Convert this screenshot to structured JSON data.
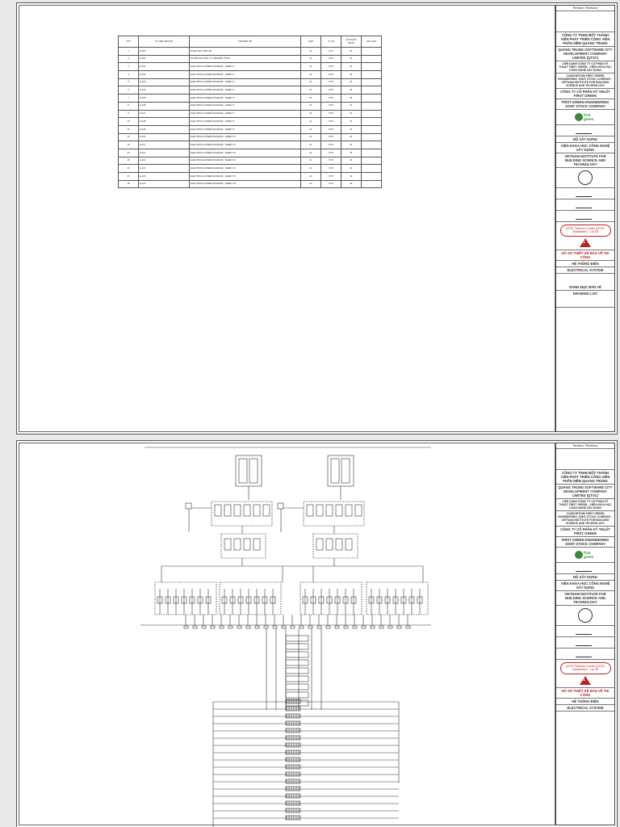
{
  "revision_header": "Revision / Revisions",
  "company_owner": {
    "name_vn": "CÔNG TY TNHH MỘT THÀNH VIÊN PHÁT TRIỂN CÔNG VIÊN PHẦN MỀM QUANG TRUNG",
    "name_en": "QUANG TRUNG SOFTWARE CITY DEVELOPMENT COMPANY LIMITED (QTSC)"
  },
  "consultant": {
    "name_vn": "LIÊN DANH CÔNG TY CỔ PHẦN KỸ THUẬT FIRST GREEN - VIỆN KHOA HỌC CÔNG NGHỆ XÂY DỰNG",
    "name_en": "CONSORTIUM FIRST GREEN ENGINEERING JOINT STOCK COMPANY - VIETNAM INSTITUTE FOR BUILDING SCIENCE AND TECHNOLOGY"
  },
  "firstgreen": {
    "name_vn": "CÔNG TY CỔ PHẦN KỸ THUẬT FIRST GREEN",
    "name_en": "FIRST GREEN ENGINEERING JOINT STOCK COMPANY",
    "logo_text": "first green"
  },
  "ibst": {
    "ministry": "BỘ XÂY DỰNG",
    "name_vn": "VIỆN KHOA HỌC CÔNG NGHỆ XÂY DỰNG",
    "name_en": "VIETNAM INSTITUTE FOR BUILDING SCIENCE AND TECHNOLOGY"
  },
  "project": {
    "name": "QTSC Telecom Center (QTSC Datacenter) - Lot 36",
    "revision_mark": "1"
  },
  "stage": "HỒ SƠ THIẾT KẾ BẢN VẼ THI CÔNG",
  "system": {
    "name_vn": "HỆ THỐNG ĐIỆN",
    "name_en": "ELECTRICAL SYSTEM"
  },
  "sheet1_title": {
    "vn": "DANH MỤC BẢN VẼ",
    "en": "DRAWING LIST"
  },
  "drawing_list": {
    "headers": [
      "STT",
      "KÝ HIỆU BẢN VẼ",
      "TÊN BẢN VẼ",
      "KHỔ",
      "TỶ LỆ",
      "LẦN PHÁT HÀNH",
      "GHI CHÚ"
    ],
    "rows": [
      [
        "1",
        "E-000",
        "DANH MỤC BẢN VẼ",
        "A1",
        "NTS",
        "01",
        ""
      ],
      [
        "2",
        "E-001",
        "SƠ ĐỒ NGUYÊN LÝ CẤP ĐIỆN TỔNG",
        "A1",
        "NTS",
        "01",
        ""
      ],
      [
        "3",
        "E-101",
        "ELECTRICAL RISER DIAGRAM - SHEET 1",
        "A1",
        "NTS",
        "01",
        ""
      ],
      [
        "4",
        "E-102",
        "ELECTRICAL RISER DIAGRAM - SHEET 2",
        "A1",
        "NTS",
        "01",
        ""
      ],
      [
        "5",
        "E-103",
        "ELECTRICAL RISER DIAGRAM - SHEET 3",
        "A1",
        "NTS",
        "01",
        ""
      ],
      [
        "6",
        "E-104",
        "ELECTRICAL RISER DIAGRAM - SHEET 4",
        "A1",
        "NTS",
        "01",
        ""
      ],
      [
        "7",
        "E-105",
        "ELECTRICAL RISER DIAGRAM - SHEET 5",
        "A1",
        "NTS",
        "01",
        ""
      ],
      [
        "8",
        "E-106",
        "ELECTRICAL RISER DIAGRAM - SHEET 6",
        "A1",
        "NTS",
        "01",
        ""
      ],
      [
        "9",
        "E-107",
        "ELECTRICAL RISER DIAGRAM - SHEET 7",
        "A1",
        "NTS",
        "01",
        ""
      ],
      [
        "10",
        "E-108",
        "ELECTRICAL RISER DIAGRAM - SHEET 8",
        "A1",
        "NTS",
        "01",
        ""
      ],
      [
        "11",
        "E-109",
        "ELECTRICAL RISER DIAGRAM - SHEET 9",
        "A1",
        "NTS",
        "01",
        ""
      ],
      [
        "12",
        "E-110",
        "ELECTRICAL RISER DIAGRAM - SHEET 10",
        "A1",
        "NTS",
        "01",
        ""
      ],
      [
        "13",
        "E-111",
        "ELECTRICAL RISER DIAGRAM - SHEET 11",
        "A1",
        "NTS",
        "01",
        ""
      ],
      [
        "14",
        "E-112",
        "ELECTRICAL RISER DIAGRAM - SHEET 12",
        "A1",
        "NTS",
        "01",
        ""
      ],
      [
        "15",
        "E-113",
        "ELECTRICAL RISER DIAGRAM - SHEET 13",
        "A1",
        "NTS",
        "01",
        ""
      ],
      [
        "16",
        "E-114",
        "ELECTRICAL RISER DIAGRAM - SHEET 14",
        "A1",
        "NTS",
        "01",
        ""
      ],
      [
        "17",
        "E-115",
        "ELECTRICAL RISER DIAGRAM - SHEET 15",
        "A1",
        "NTS",
        "01",
        ""
      ],
      [
        "18",
        "E-116",
        "ELECTRICAL RISER DIAGRAM - SHEET 16",
        "A1",
        "NTS",
        "01",
        ""
      ]
    ]
  }
}
